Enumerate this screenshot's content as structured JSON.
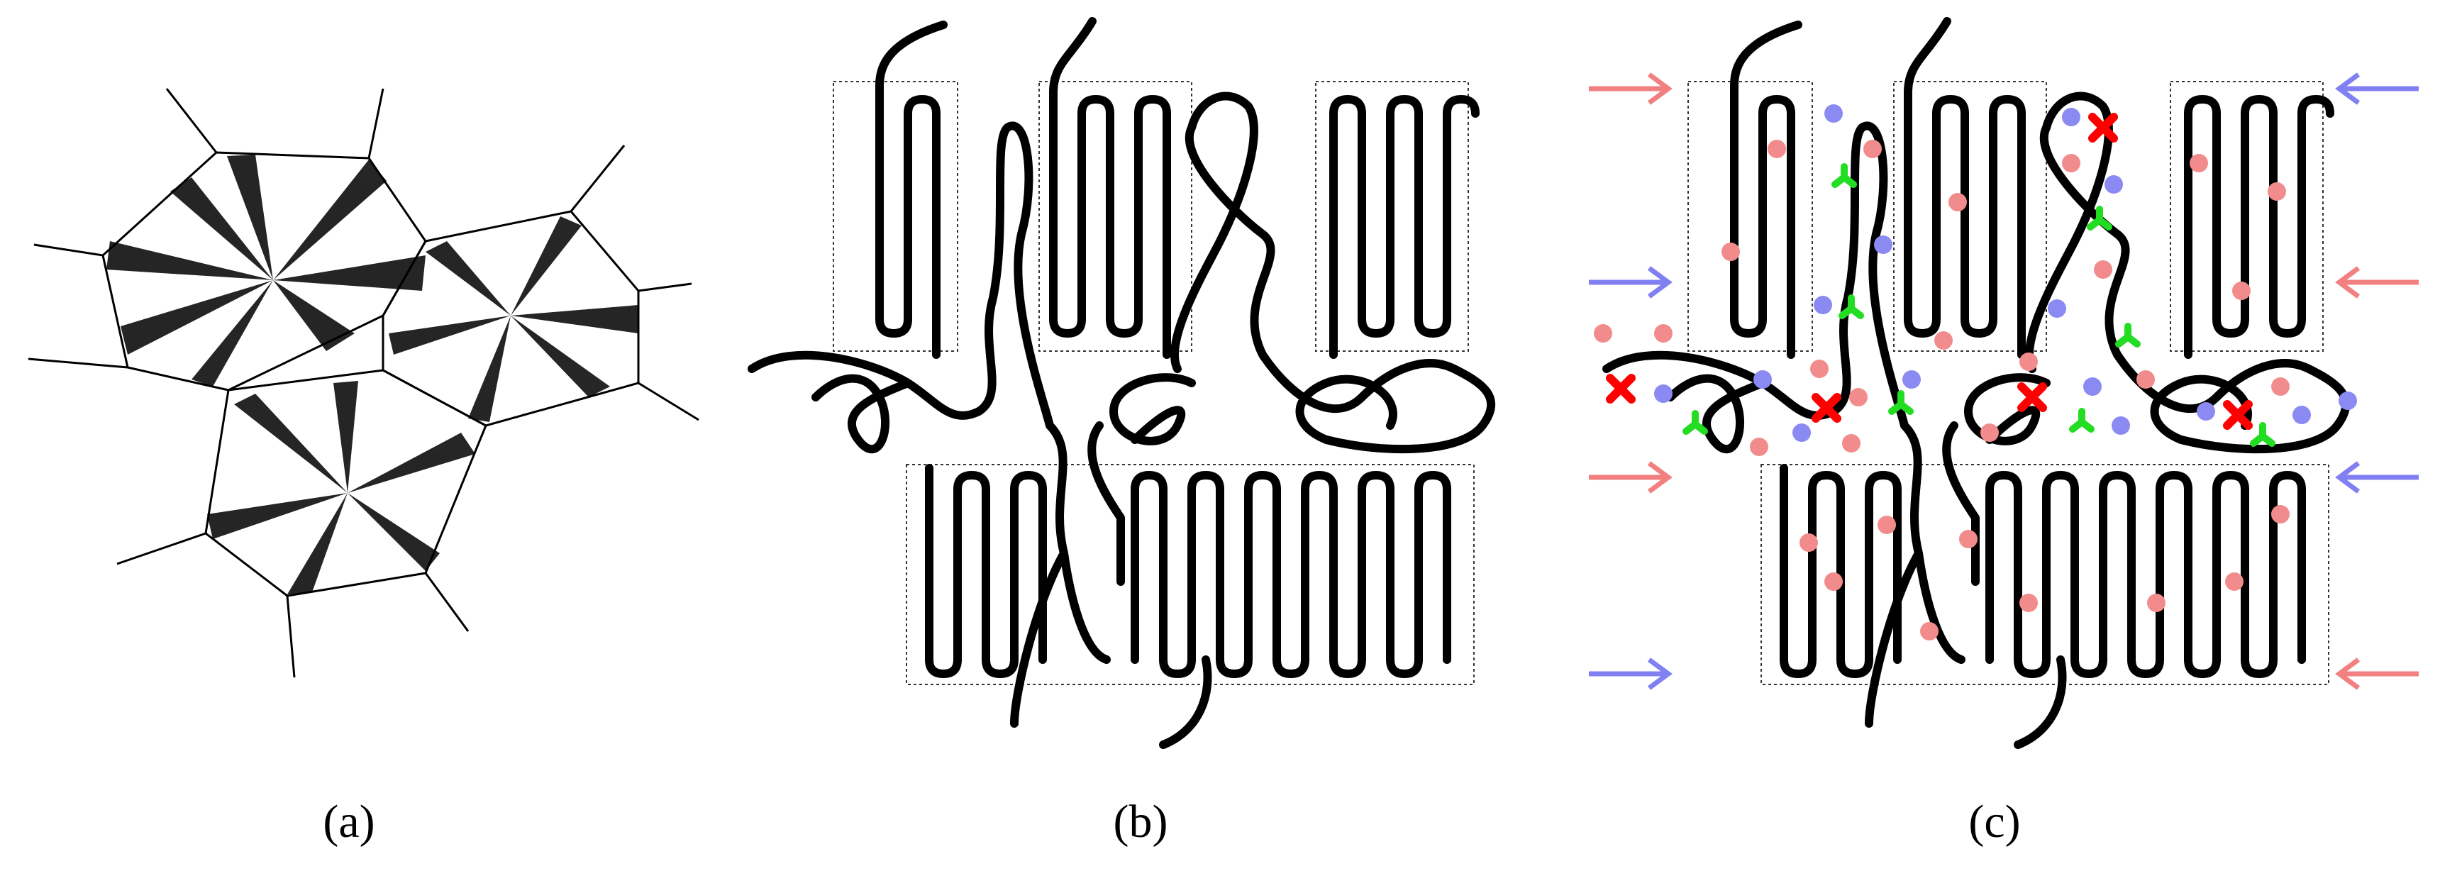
{
  "labels": {
    "a": "(a)",
    "b": "(b)",
    "c": "(c)"
  },
  "colors": {
    "chain": "#000000",
    "tension_arrow": "#f28080",
    "compression_arrow": "#8080f2",
    "red_particle": "#f28c8c",
    "blue_particle": "#8a8af2",
    "break_mark": "#ff0000",
    "crosslink_mark": "#22dd22"
  },
  "icons": {
    "break": "red-x-mark",
    "crosslink": "green-tripod-mark",
    "arrow": "horizontal-arrow"
  }
}
